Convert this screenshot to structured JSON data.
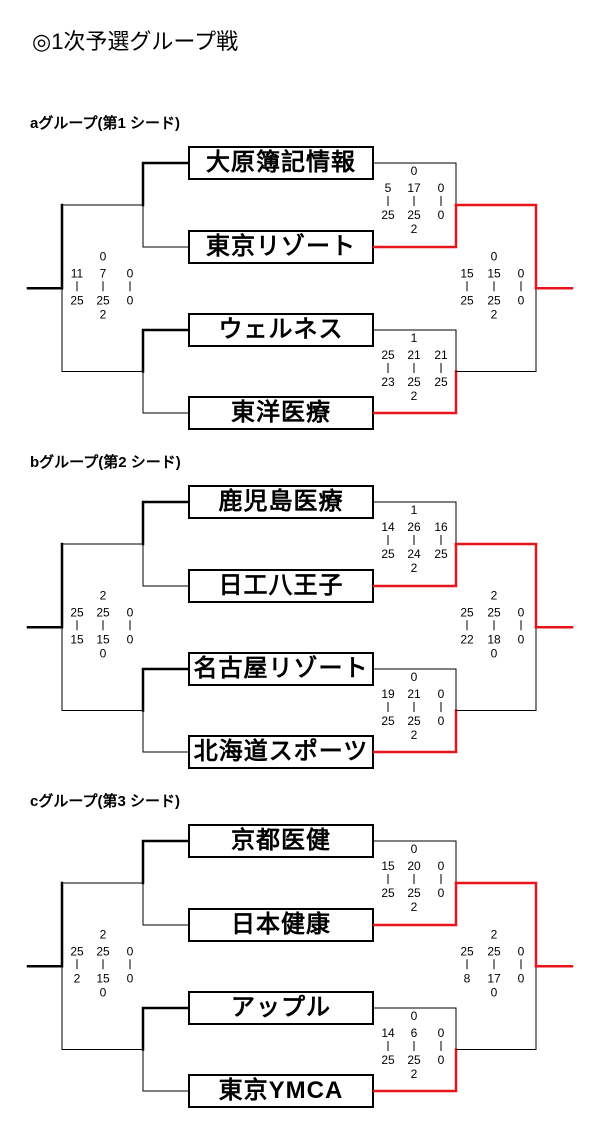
{
  "title": "◎1次予選グループ戦",
  "colors": {
    "line": "#000000",
    "winner": "#e8141b"
  },
  "groups": [
    {
      "title": "aグループ(第1 シード)",
      "teams": [
        "大原簿記情報",
        "東京リゾート",
        "ウェルネス",
        "東洋医療"
      ],
      "match1": {
        "top": [
          "5",
          "17",
          "0"
        ],
        "sets": "0",
        "bottom": [
          "25",
          "25",
          "0"
        ],
        "sets_bottom": "2",
        "winner": "bottom"
      },
      "match2": {
        "top": [
          "25",
          "21",
          "21"
        ],
        "sets": "1",
        "bottom": [
          "23",
          "25",
          "25"
        ],
        "sets_bottom": "2",
        "winner": "bottom"
      },
      "left_final": {
        "top": [
          "11",
          "7",
          "0"
        ],
        "sets": "0",
        "bottom": [
          "25",
          "25",
          "0"
        ],
        "sets_bottom": "2"
      },
      "right_final": {
        "top": [
          "15",
          "15",
          "0"
        ],
        "sets": "0",
        "bottom": [
          "25",
          "25",
          "0"
        ],
        "sets_bottom": "2"
      }
    },
    {
      "title": "bグループ(第2 シード)",
      "teams": [
        "鹿児島医療",
        "日工八王子",
        "名古屋リゾート",
        "北海道スポーツ"
      ],
      "match1": {
        "top": [
          "14",
          "26",
          "16"
        ],
        "sets": "1",
        "bottom": [
          "25",
          "24",
          "25"
        ],
        "sets_bottom": "2",
        "winner": "bottom"
      },
      "match2": {
        "top": [
          "19",
          "21",
          "0"
        ],
        "sets": "0",
        "bottom": [
          "25",
          "25",
          "0"
        ],
        "sets_bottom": "2",
        "winner": "bottom"
      },
      "left_final": {
        "top": [
          "25",
          "25",
          "0"
        ],
        "sets": "2",
        "bottom": [
          "15",
          "15",
          "0"
        ],
        "sets_bottom": "0"
      },
      "right_final": {
        "top": [
          "25",
          "25",
          "0"
        ],
        "sets": "2",
        "bottom": [
          "22",
          "18",
          "0"
        ],
        "sets_bottom": "0"
      }
    },
    {
      "title": "cグループ(第3 シード)",
      "teams": [
        "京都医健",
        "日本健康",
        "アップル",
        "東京YMCA"
      ],
      "match1": {
        "top": [
          "15",
          "20",
          "0"
        ],
        "sets": "0",
        "bottom": [
          "25",
          "25",
          "0"
        ],
        "sets_bottom": "2",
        "winner": "bottom"
      },
      "match2": {
        "top": [
          "14",
          "6",
          "0"
        ],
        "sets": "0",
        "bottom": [
          "25",
          "25",
          "0"
        ],
        "sets_bottom": "2",
        "winner": "bottom"
      },
      "left_final": {
        "top": [
          "25",
          "25",
          "0"
        ],
        "sets": "2",
        "bottom": [
          "2",
          "15",
          "0"
        ],
        "sets_bottom": "0"
      },
      "right_final": {
        "top": [
          "25",
          "25",
          "0"
        ],
        "sets": "2",
        "bottom": [
          "8",
          "17",
          "0"
        ],
        "sets_bottom": "0"
      }
    }
  ]
}
